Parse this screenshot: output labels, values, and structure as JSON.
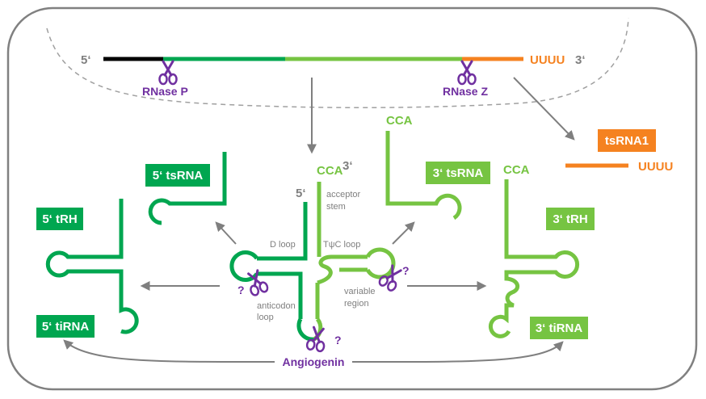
{
  "precursor": {
    "five_prime": "5‘",
    "three_prime": "3‘",
    "tail": "UUUU"
  },
  "enzymes": {
    "rnase_p": "RNase P",
    "rnase_z": "RNase Z",
    "angiogenin": "Angiogenin",
    "unknown": "?"
  },
  "fragments": {
    "tsrna1": "tsRNA1",
    "tsrna1_tail": "UUUU",
    "five_tsrna": "5‘ tsRNA",
    "three_tsrna": "3‘ tsRNA",
    "five_trh": "5‘ tRH",
    "three_trh": "3‘ tRH",
    "five_tirna": "5‘ tiRNA",
    "three_tirna": "3‘ tiRNA"
  },
  "trna_labels": {
    "cca": "CCA",
    "five_prime": "5‘",
    "three_prime": "3‘",
    "acceptor_stem_1": "acceptor",
    "acceptor_stem_2": "stem",
    "d_loop": "D loop",
    "tpsic_loop": "TψC loop",
    "variable_region_1": "variable",
    "variable_region_2": "region",
    "anticodon_loop_1": "anticodon",
    "anticodon_loop_2": "loop"
  },
  "colors": {
    "dark_green": "#00a650",
    "light_green": "#76c442",
    "orange": "#f58220",
    "purple": "#7030a0",
    "gray": "#7f7f7f",
    "black": "#000000"
  }
}
